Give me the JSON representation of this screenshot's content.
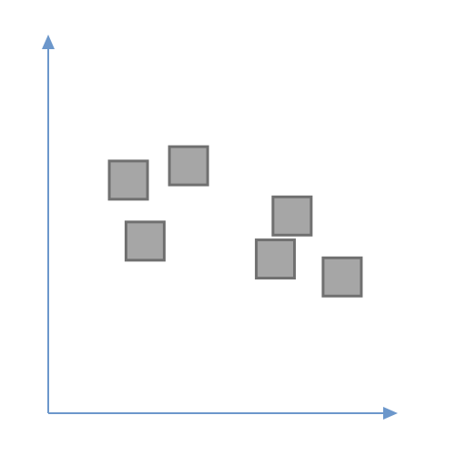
{
  "chart_data": {
    "type": "scatter",
    "title": "",
    "xlabel": "",
    "ylabel": "",
    "xlim": [
      0,
      10
    ],
    "ylim": [
      0,
      10
    ],
    "grid": false,
    "legend": "none",
    "marker": "square",
    "colors": {
      "axis": "#6C97CB",
      "marker_fill": "#A6A6A6",
      "marker_edge": "#707070",
      "background": "#FFFFFF"
    },
    "points": [
      {
        "x": 2.4,
        "y": 6.5
      },
      {
        "x": 4.2,
        "y": 6.9
      },
      {
        "x": 2.9,
        "y": 4.8
      },
      {
        "x": 7.3,
        "y": 5.5
      },
      {
        "x": 6.8,
        "y": 4.3
      },
      {
        "x": 8.8,
        "y": 3.8
      }
    ]
  }
}
